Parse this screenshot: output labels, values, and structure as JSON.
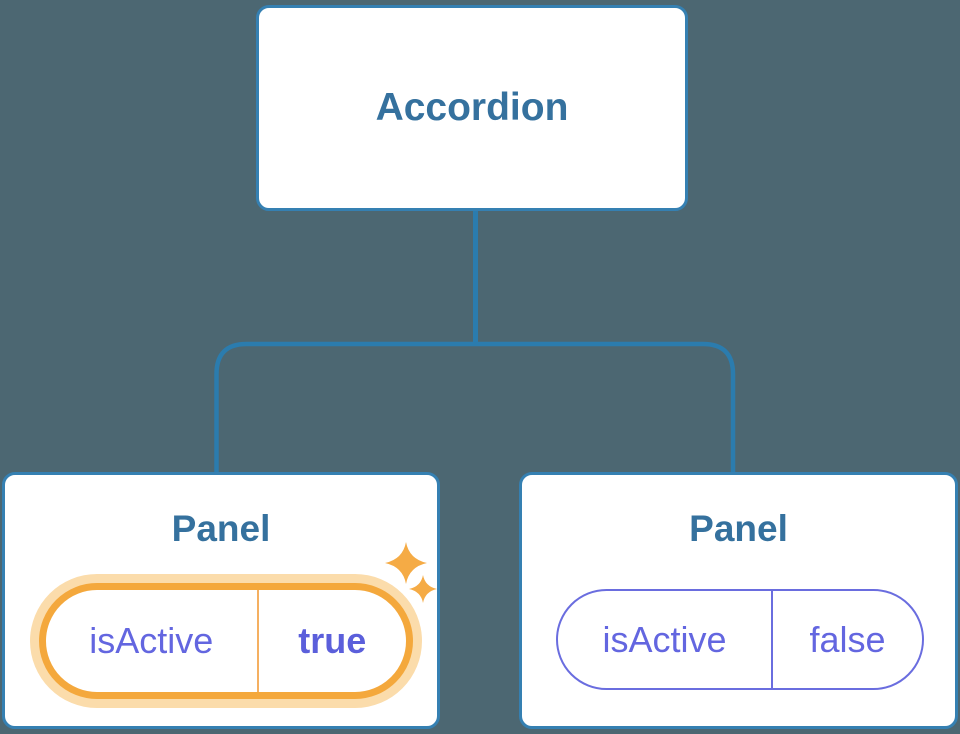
{
  "diagram": {
    "description": "Component tree diagram: an Accordion parent component with two Panel children, each receiving an isActive prop",
    "root": {
      "label": "Accordion"
    },
    "panels": [
      {
        "title": "Panel",
        "state": "active",
        "highlighted": true,
        "prop": {
          "name": "isActive",
          "value": "true"
        }
      },
      {
        "title": "Panel",
        "state": "inactive",
        "highlighted": false,
        "prop": {
          "name": "isActive",
          "value": "false"
        }
      }
    ]
  },
  "icons": {
    "active_decoration": "sparkle-icon"
  },
  "colors": {
    "background": "#4C6772",
    "connector_line": "#2B7CAE",
    "node_fill": "#FFFFFF",
    "node_border": "#3580B2",
    "node_label_text": "#35719E",
    "prop_text": "#6366E0",
    "prop_value_active_text": "#5B5FDB",
    "active_ring": "#F4A83C",
    "active_halo": "#FBDCAB",
    "active_divider": "#F5B061",
    "inactive_border": "#6A6DDF",
    "sparkle": "#F5AB45"
  }
}
